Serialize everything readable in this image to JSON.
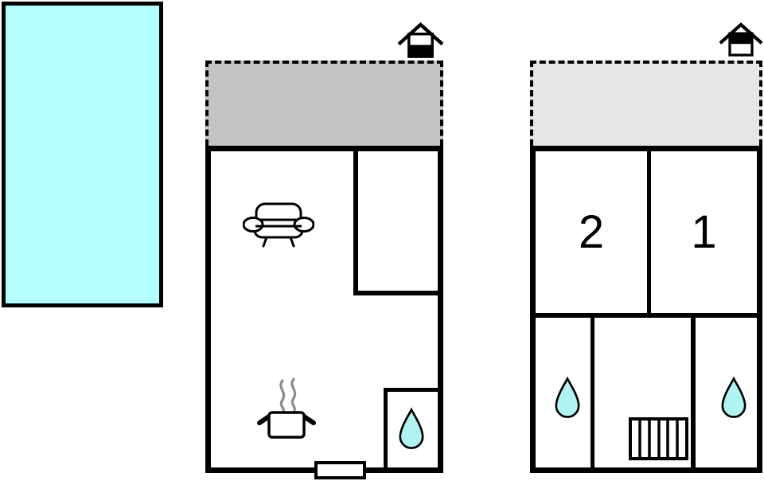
{
  "plan": {
    "type": "holiday-home floor plan",
    "colors": {
      "pool_fill": "#b3ffff",
      "ground_terrace_fill": "#c3c3c3",
      "upper_terrace_fill": "#e6e6e6",
      "water_drop_fill": "#b0f3f3",
      "wall": "#000000",
      "steam": "#8c8c8c",
      "floor_fill": "#ffffff"
    },
    "pool": {
      "name": "swimming-pool"
    },
    "ground_floor": {
      "icons": {
        "floor_indicator": "house-ground-floor-icon",
        "sofa": "sofa-icon",
        "stove": "cooking-pot-icon",
        "bathroom_water": "water-drop-icon",
        "door": "entrance-door"
      }
    },
    "upper_floor": {
      "rooms": [
        {
          "label": "2"
        },
        {
          "label": "1"
        }
      ],
      "icons": {
        "floor_indicator": "house-upper-floor-icon",
        "stairs": "stairs-icon",
        "water_left": "water-drop-icon",
        "water_right": "water-drop-icon"
      }
    }
  }
}
